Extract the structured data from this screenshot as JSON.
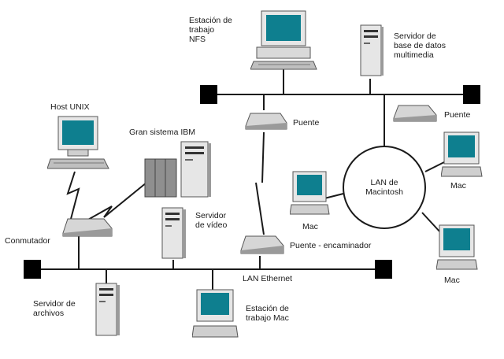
{
  "diagram": {
    "labels": {
      "nfs_workstation": "Estación de\ntrabajo\nNFS",
      "multimedia_server": "Servidor de\nbase de datos\nmultimedia",
      "unix_host": "Host UNIX",
      "ibm_system": "Gran sistema IBM",
      "bridge": "Puente",
      "bridge_right": "Puente",
      "localtalk_lan": "LAN de\nMacintosh",
      "mac_right": "Mac",
      "mac_left": "Mac",
      "mac_bottom": "Mac",
      "switch": "Conmutador",
      "video_server": "Servidor\nde vídeo",
      "bridge_router": "Puente - encaminador",
      "ethernet_lan": "LAN Ethernet",
      "file_server": "Servidor de\narchivos",
      "mac_workstation": "Estación de\ntrabajo Mac"
    },
    "colors": {
      "line": "#1a1a1a",
      "screen": "#0e7f8f",
      "case": "#e6e6e6",
      "shadow": "#9a9a9a",
      "terminator": "#000000"
    },
    "icons": [
      "workstation-icon",
      "tower-server-icon",
      "mainframe-icon",
      "bridge-icon",
      "router-icon",
      "switch-icon",
      "mac-computer-icon",
      "lightning-link-icon",
      "bus-terminator-icon",
      "ring-network-icon"
    ]
  }
}
